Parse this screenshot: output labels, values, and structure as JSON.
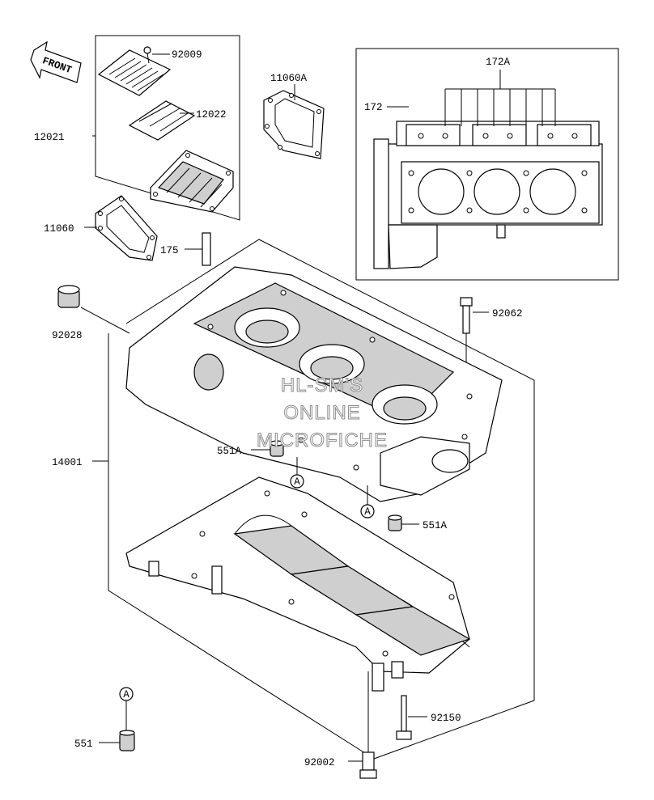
{
  "front_arrow_text": "FRONT",
  "labels": {
    "p92009": "92009",
    "p12022": "12022",
    "p12021": "12021",
    "p11060A": "11060A",
    "p172A": "172A",
    "p172": "172",
    "p11060": "11060",
    "p175": "175",
    "p92028": "92028",
    "p92062": "92062",
    "p14001": "14001",
    "p551A_left": "551A",
    "p551A_right": "551A",
    "p92150": "92150",
    "p551": "551",
    "p92002": "92002"
  },
  "reference_markers": [
    "A",
    "A",
    "A"
  ],
  "watermark_lines": [
    "HL-SM'S",
    "ONLINE",
    "MICROFICHE"
  ]
}
